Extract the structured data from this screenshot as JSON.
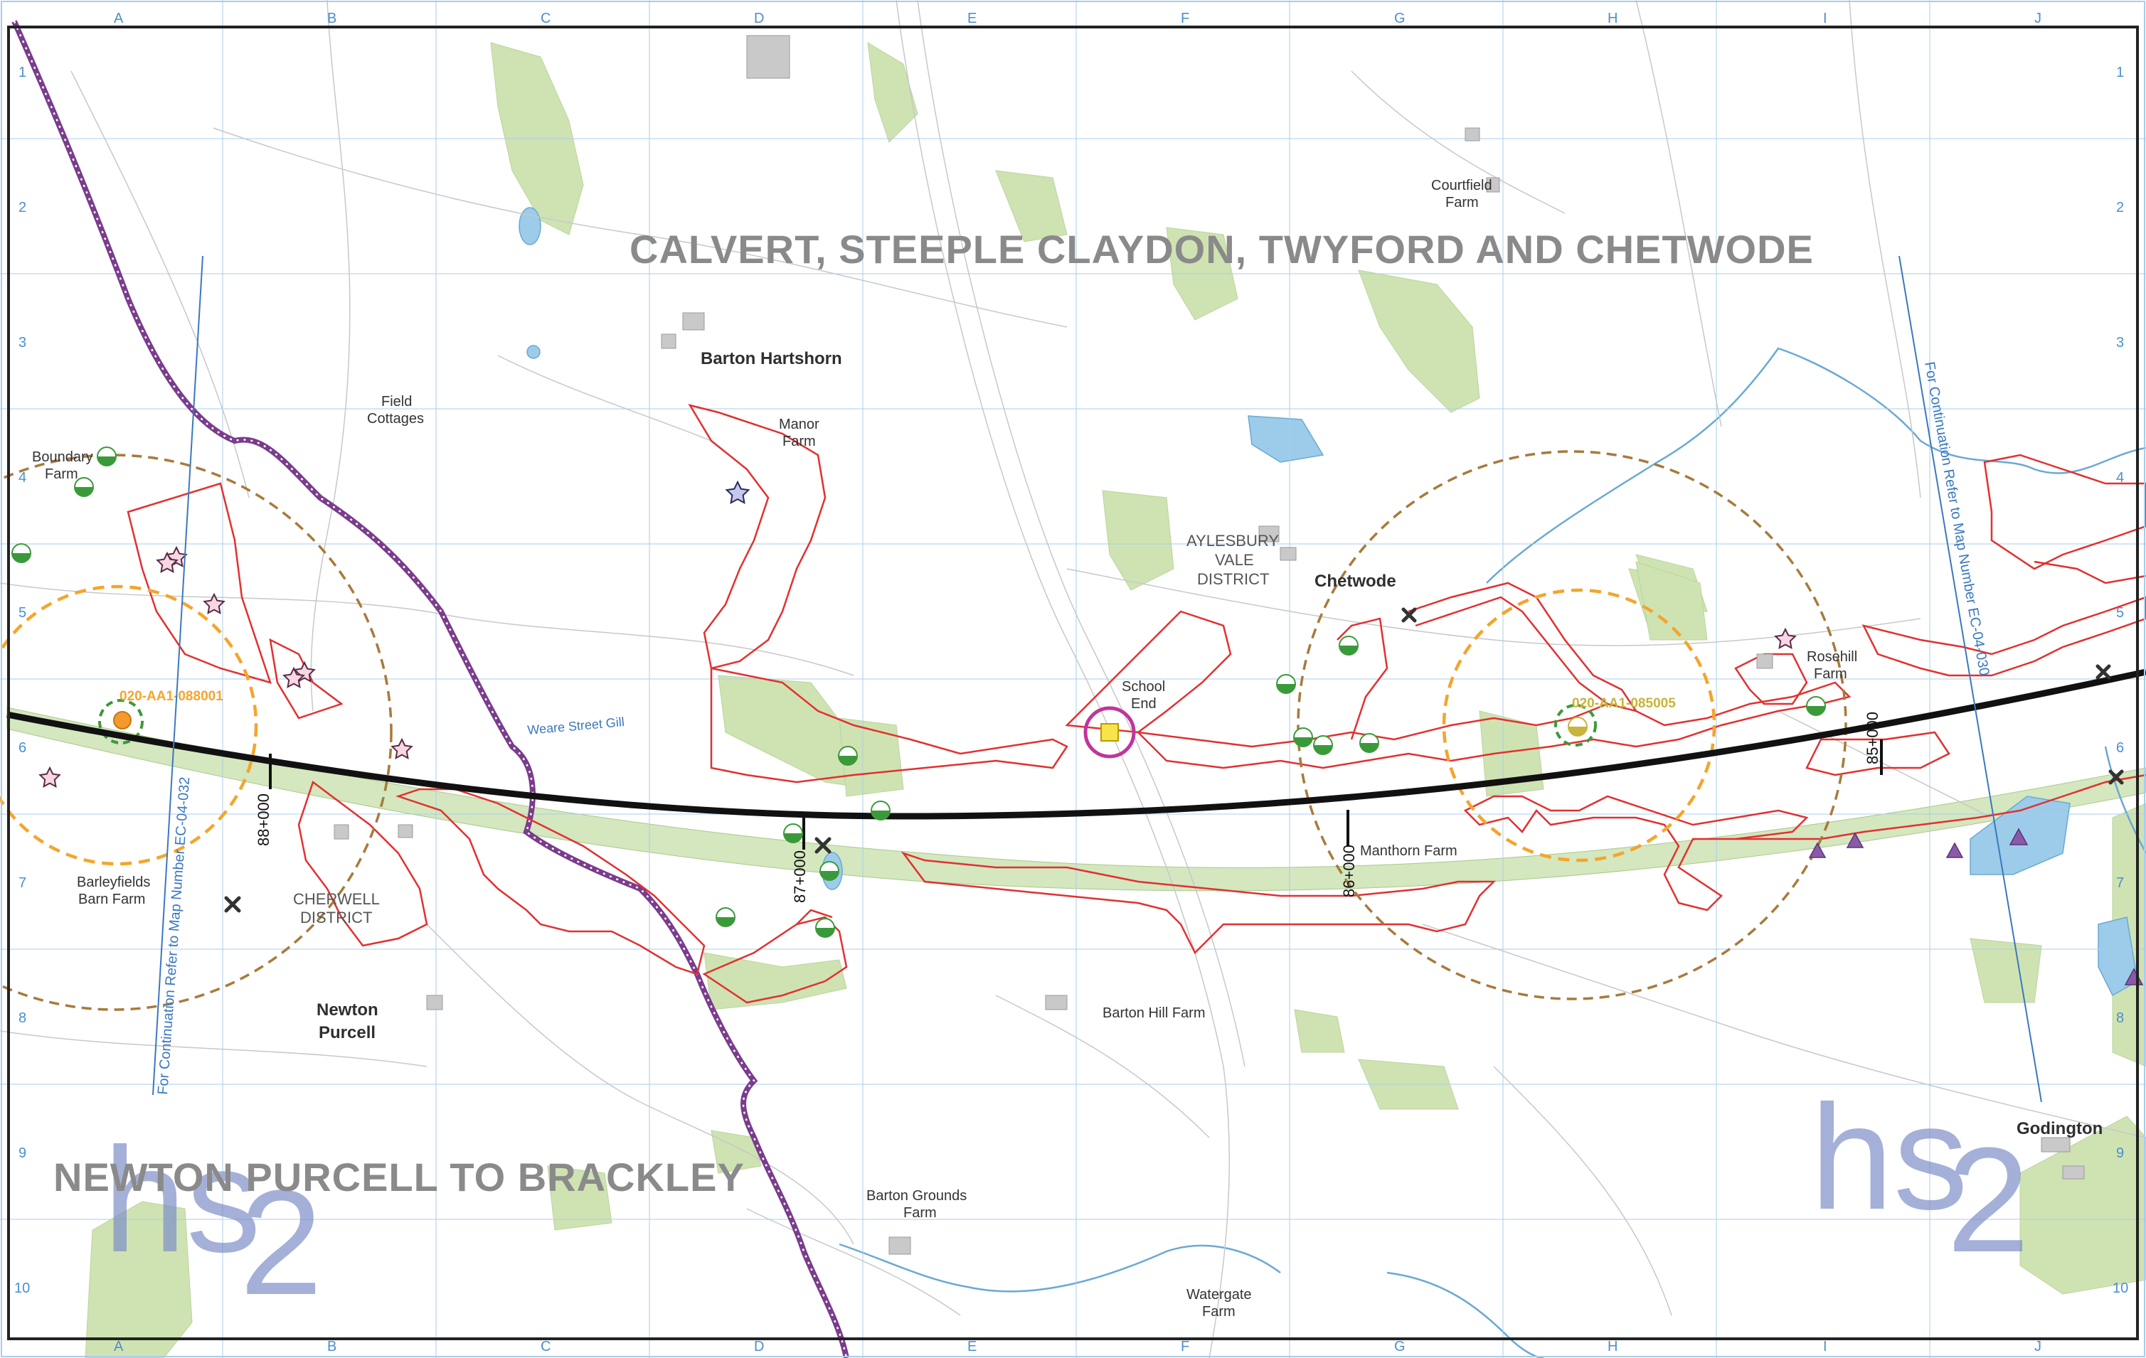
{
  "map": {
    "area_titles": {
      "north": "CALVERT, STEEPLE CLAYDON, TWYFORD AND CHETWODE",
      "south": "NEWTON PURCELL TO BRACKLEY"
    },
    "grid": {
      "columns": [
        "A",
        "B",
        "C",
        "D",
        "E",
        "F",
        "G",
        "H",
        "I",
        "J"
      ],
      "rows": [
        "1",
        "2",
        "3",
        "4",
        "5",
        "6",
        "7",
        "8",
        "9",
        "10"
      ]
    },
    "places": {
      "barton_hartshorn": "Barton Hartshorn",
      "chetwode": "Chetwode",
      "newton_purcell_1": "Newton",
      "newton_purcell_2": "Purcell",
      "godington": "Godington",
      "courtfield_1": "Courtfield",
      "courtfield_2": "Farm",
      "field_cottages_1": "Field",
      "field_cottages_2": "Cottages",
      "manor_farm_1": "Manor",
      "manor_farm_2": "Farm",
      "boundary_farm_1": "Boundary",
      "boundary_farm_2": "Farm",
      "school_end_1": "School",
      "school_end_2": "End",
      "rosehill_1": "Rosehill",
      "rosehill_2": "Farm",
      "manthorn_farm": "Manthorn Farm",
      "barleyfields_1": "Barleyfields",
      "barleyfields_2": "Barn Farm",
      "barton_hill_farm": "Barton Hill Farm",
      "barton_grounds_1": "Barton Grounds",
      "barton_grounds_2": "Farm",
      "watergate_1": "Watergate",
      "watergate_2": "Farm"
    },
    "districts": {
      "aylesbury_1": "AYLESBURY",
      "aylesbury_2": "VALE",
      "aylesbury_3": "DISTRICT",
      "cherwell_1": "CHERWELL",
      "cherwell_2": "DISTRICT"
    },
    "streams": {
      "weare_street_gill": "Weare Street Gill"
    },
    "chainages": [
      "88+000",
      "87+000",
      "86+000",
      "85+000"
    ],
    "reference_codes": {
      "west": "020-AA1-088001",
      "east": "020-AA1-085005"
    },
    "continuation": {
      "west": "For Continuation Refer to Map Number EC-04-032",
      "east": "For Continuation Refer to Map Number EC-04-030"
    },
    "watermark": {
      "text_1": "hs",
      "text_2": "2"
    },
    "colors": {
      "route": "#111111",
      "boundary": "#e23030",
      "district_boundary": "#7a3c8c",
      "woodland": "#cfe3b2",
      "water": "#8cc4e8",
      "grid": "#a9cdea",
      "buffer_brown": "#a87a3a",
      "buffer_orange": "#f4a52c",
      "receptor_green": "#3a9a3a",
      "ref_west": "#f4a52c",
      "ref_east": "#c8b43a"
    }
  }
}
